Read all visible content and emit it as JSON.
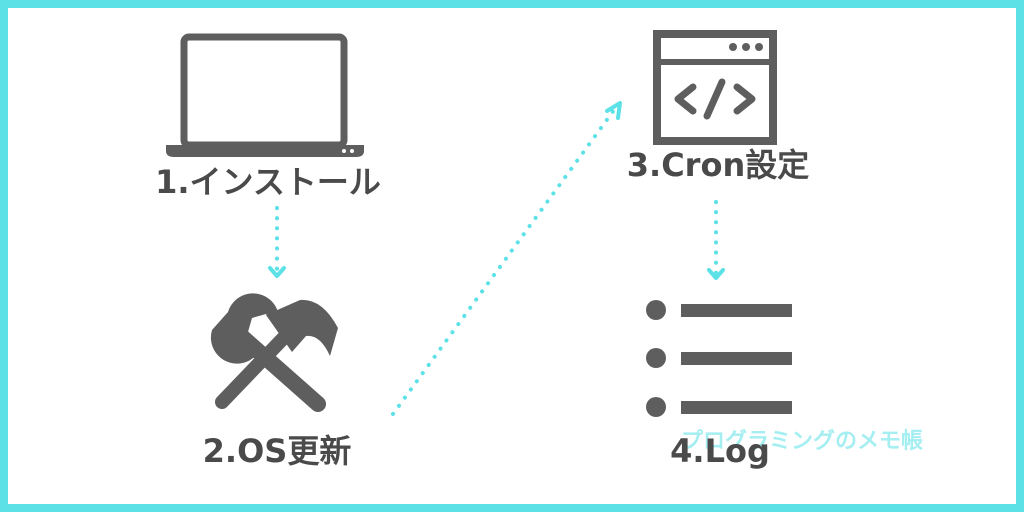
{
  "steps": [
    {
      "label": "1.インストール",
      "icon": "laptop-icon"
    },
    {
      "label": "2.OS更新",
      "icon": "tools-icon"
    },
    {
      "label": "3.Cron設定",
      "icon": "code-window-icon"
    },
    {
      "label": "4.Log",
      "icon": "list-icon"
    }
  ],
  "watermark": "プログラミングのメモ帳",
  "colors": {
    "border": "#5ce1e6",
    "background": "#ffffff",
    "icon": "#5e5e5e",
    "text": "#4a4a4a",
    "arrow": "#5ce1e6"
  }
}
